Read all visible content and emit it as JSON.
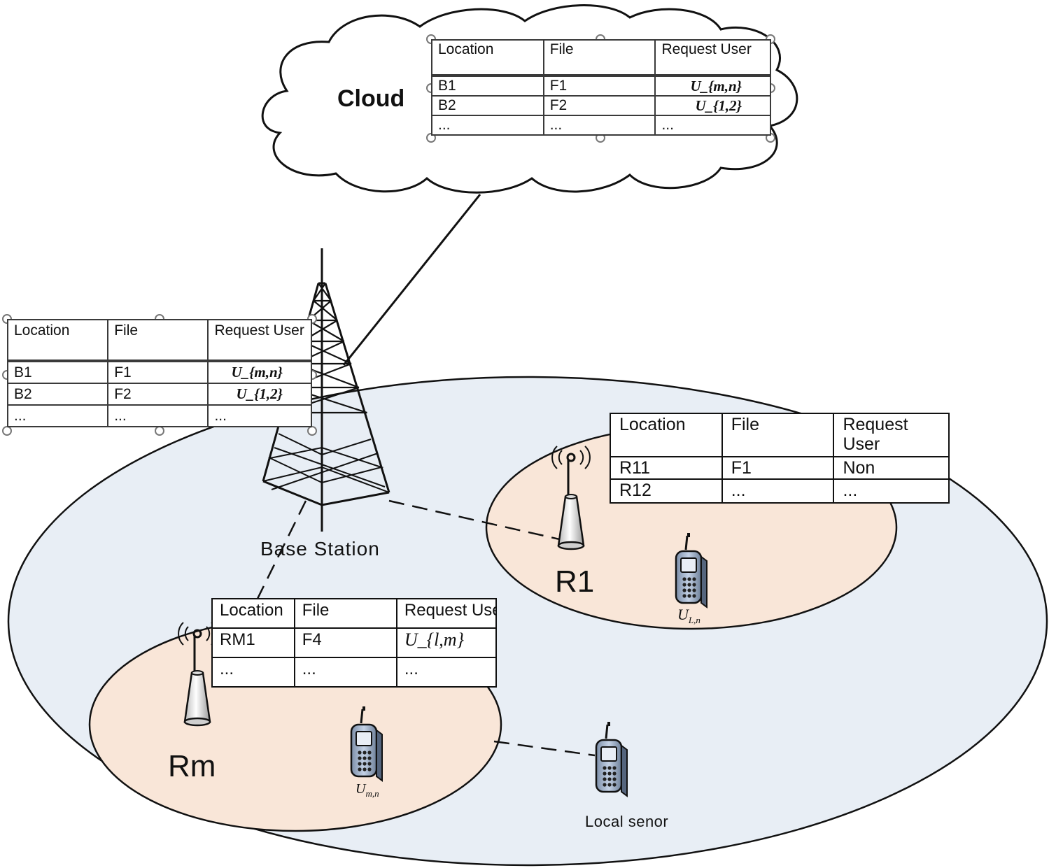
{
  "cloud": {
    "label": "Cloud"
  },
  "base_station": {
    "label": "Base Station"
  },
  "regions": {
    "r1": {
      "label": "R1",
      "user": "U_{L,n}",
      "user_main": "U",
      "user_sub": "L,n"
    },
    "rm": {
      "label": "Rm",
      "user": "U_{m,n}",
      "user_main": "U",
      "user_sub": "m,n"
    }
  },
  "local_sensor": {
    "label": "Local senor"
  },
  "tables": {
    "cloud": {
      "headers": [
        "Location",
        "File",
        "Request User"
      ],
      "rows": [
        [
          "B1",
          "F1",
          "U_{m,n}"
        ],
        [
          "B2",
          "F2",
          "U_{1,2}"
        ],
        [
          "...",
          "...",
          "..."
        ]
      ]
    },
    "base_station": {
      "headers": [
        "Location",
        "File",
        "Request User"
      ],
      "rows": [
        [
          "B1",
          "F1",
          "U_{m,n}"
        ],
        [
          "B2",
          "F2",
          "U_{1,2}"
        ],
        [
          "...",
          "...",
          "..."
        ]
      ]
    },
    "r1": {
      "headers": [
        "Location",
        "File",
        "Request User"
      ],
      "rows": [
        [
          "R11",
          "F1",
          "Non"
        ],
        [
          "R12",
          "...",
          "..."
        ]
      ]
    },
    "rm": {
      "headers": [
        "Location",
        "File",
        "Request User"
      ],
      "rows": [
        [
          "RM1",
          "F4",
          "U_{l,m}"
        ],
        [
          "...",
          "...",
          "..."
        ]
      ]
    }
  },
  "colors": {
    "macro_cell": "#e8eef5",
    "small_cell": "#f9e6d8",
    "phone_screen": "#a9c1e0",
    "line": "#111111"
  }
}
